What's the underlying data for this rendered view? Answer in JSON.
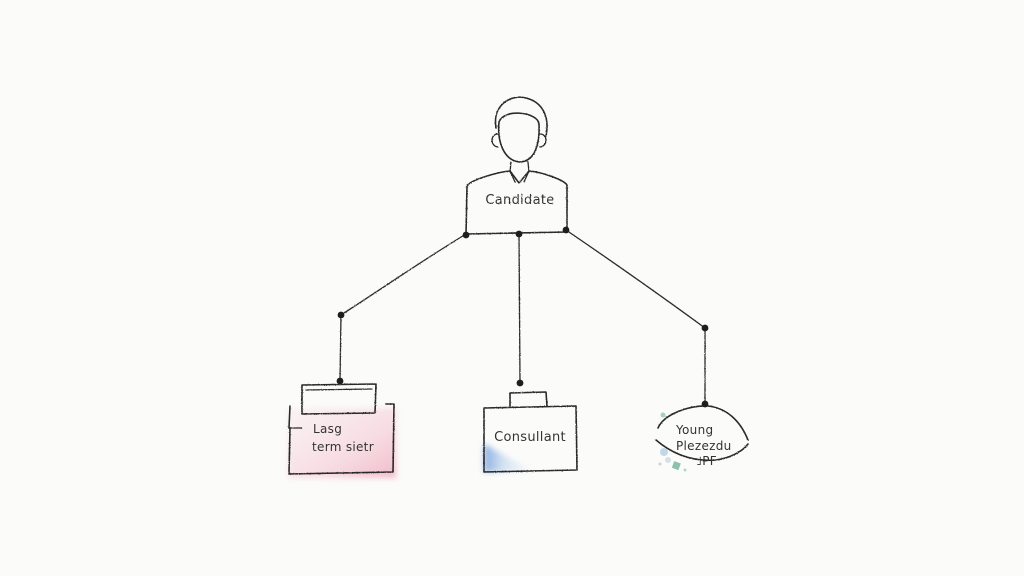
{
  "nodes": {
    "root": {
      "label": "Candidate"
    },
    "left": {
      "line1": "Lasg",
      "line2": "term sietr"
    },
    "middle": {
      "label": "Consullant"
    },
    "right": {
      "line1": "Young",
      "line2": "Plezezdu",
      "line3": "˩PF"
    }
  },
  "colors": {
    "ink": "#2a2a2a",
    "pink_wash": "#f2b8c6",
    "blue_wash": "#7fa9dc",
    "green_wash": "#7fbfa8",
    "paper": "#fbfbfa"
  }
}
